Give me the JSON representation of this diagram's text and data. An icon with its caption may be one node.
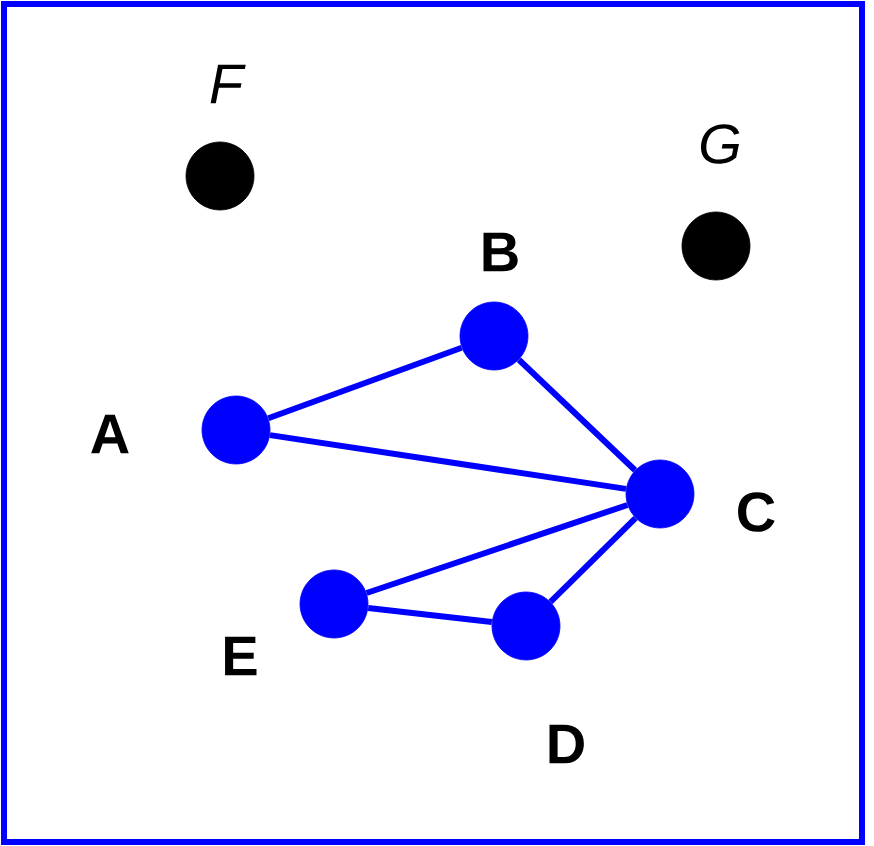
{
  "diagram": {
    "nodes": [
      {
        "text": [],
        "shape": "circle",
        "beside": [
          "F"
        ]
      },
      {
        "text": [],
        "shape": "circle",
        "beside": [
          "G"
        ]
      },
      {
        "text": [],
        "shape": "circle",
        "beside": [
          "B"
        ]
      },
      {
        "text": [],
        "shape": "circle",
        "beside": [
          "A"
        ]
      },
      {
        "text": [],
        "shape": "circle",
        "beside": [
          "C"
        ]
      },
      {
        "text": [],
        "shape": "circle",
        "beside": [
          "E"
        ]
      },
      {
        "text": [],
        "shape": "circle",
        "beside": [
          "D"
        ]
      }
    ],
    "edges": [
      {
        "from": 3,
        "to": 2,
        "arrow": "none"
      },
      {
        "from": 3,
        "to": 4,
        "arrow": "none"
      },
      {
        "from": 2,
        "to": 4,
        "arrow": "none"
      },
      {
        "from": 4,
        "to": 5,
        "arrow": "none"
      },
      {
        "from": 4,
        "to": 6,
        "arrow": "none"
      },
      {
        "from": 5,
        "to": 6,
        "arrow": "none"
      }
    ]
  }
}
